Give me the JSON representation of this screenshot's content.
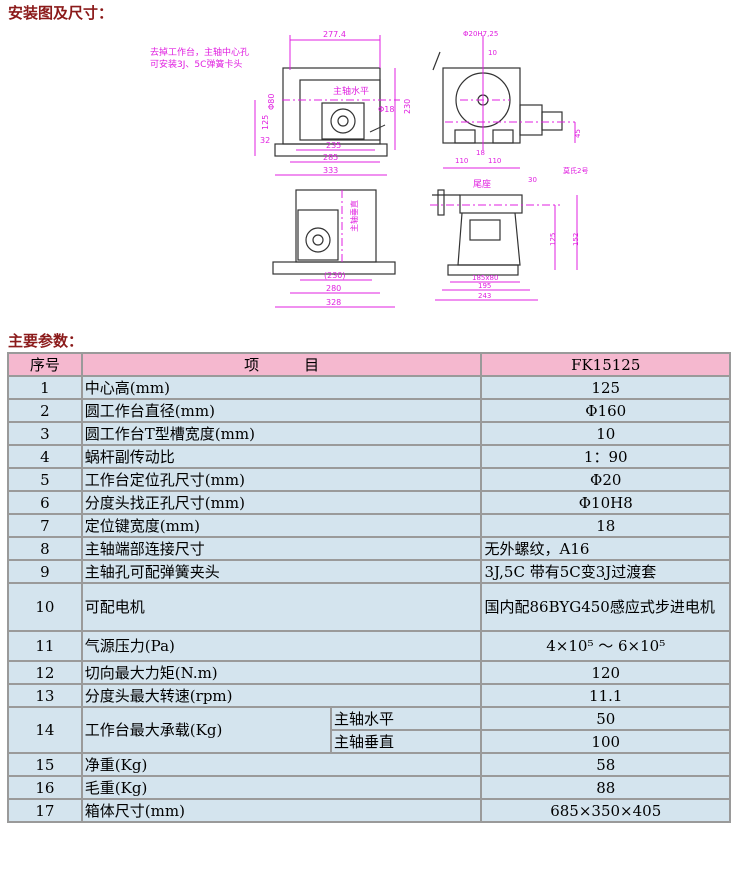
{
  "section_install": "安装图及尺寸：",
  "section_params": "主要参数：",
  "drawing": {
    "note1": "去掉工作台，主轴中心孔",
    "note2": "可安装3J、5C弹簧卡头",
    "label_horizontal": "主轴水平",
    "label_vertical": "主轴垂直",
    "label_tail": "尾座",
    "label_morse": "莫氏2号",
    "dims": [
      "277.4",
      "Φ80",
      "125",
      "32",
      "230",
      "Φ18",
      "235",
      "285",
      "333",
      "Φ20H7,25",
      "10",
      "45",
      "18",
      "110",
      "110",
      "30",
      "125",
      "152",
      "185x80",
      "195",
      "243",
      "(230)",
      "280",
      "328"
    ]
  },
  "table": {
    "headers": [
      "序号",
      "项　　　目",
      "FK15125"
    ],
    "rows": [
      {
        "no": "1",
        "item": "中心高(mm)",
        "value": "125"
      },
      {
        "no": "2",
        "item": "圆工作台直径(mm)",
        "value": "Φ160"
      },
      {
        "no": "3",
        "item": "圆工作台T型槽宽度(mm)",
        "value": "10"
      },
      {
        "no": "4",
        "item": "蜗杆副传动比",
        "value": "1：90"
      },
      {
        "no": "5",
        "item": "工作台定位孔尺寸(mm)",
        "value": "Φ20"
      },
      {
        "no": "6",
        "item": "分度头找正孔尺寸(mm)",
        "value": "Φ10H8"
      },
      {
        "no": "7",
        "item": "定位键宽度(mm)",
        "value": "18"
      },
      {
        "no": "8",
        "item": "主轴端部连接尺寸",
        "value": "无外螺纹，A16"
      },
      {
        "no": "9",
        "item": "主轴孔可配弹簧夹头",
        "value": "3J,5C 带有5C变3J过渡套"
      },
      {
        "no": "10",
        "item": "可配电机",
        "value": "国内配86BYG450感应式步进电机"
      },
      {
        "no": "11",
        "item": "气源压力(Pa)",
        "value": "4×10⁵ ～ 6×10⁵"
      },
      {
        "no": "12",
        "item": "切向最大力矩(N.m)",
        "value": "120"
      },
      {
        "no": "13",
        "item": "分度头最大转速(rpm)",
        "value": "11.1"
      },
      {
        "no": "14",
        "item": "工作台最大承载(Kg)",
        "sub": [
          "主轴水平",
          "主轴垂直"
        ],
        "values": [
          "50",
          "100"
        ]
      },
      {
        "no": "15",
        "item": "净重(Kg)",
        "value": "58"
      },
      {
        "no": "16",
        "item": "毛重(Kg)",
        "value": "88"
      },
      {
        "no": "17",
        "item": "箱体尺寸(mm)",
        "value": "685×350×405"
      }
    ]
  }
}
